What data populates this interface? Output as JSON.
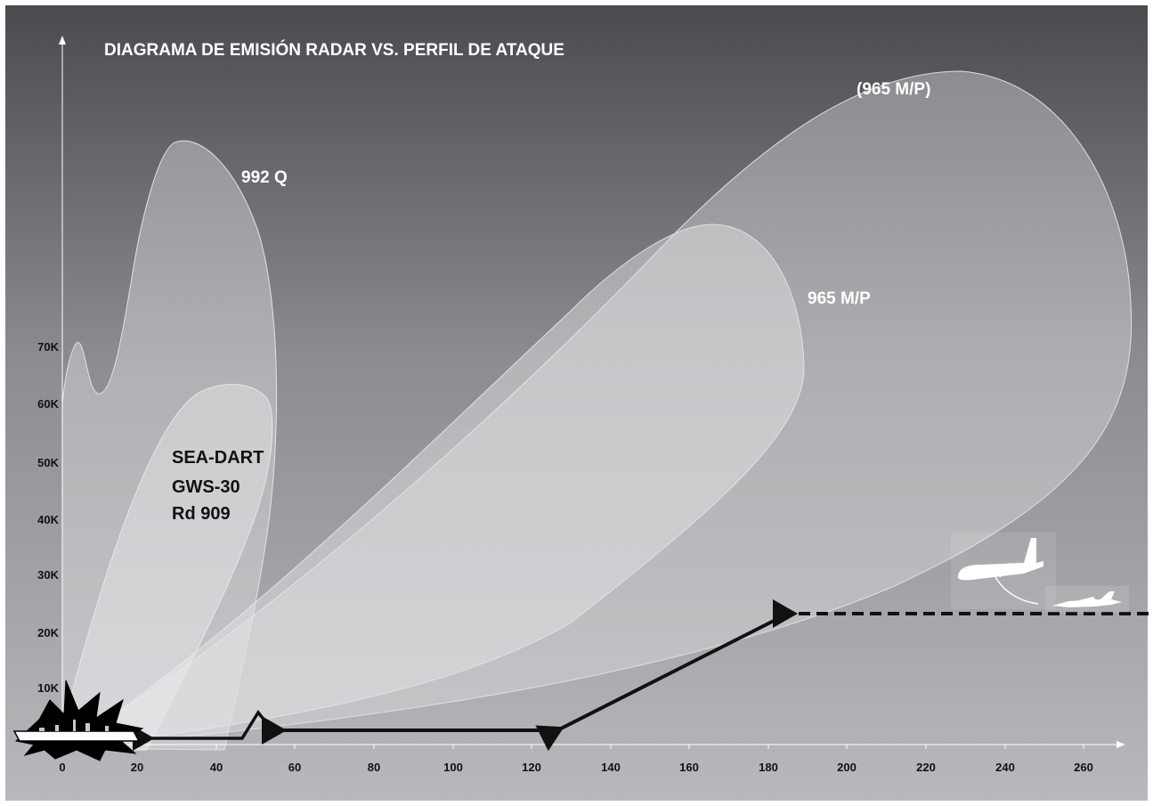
{
  "diagram": {
    "title": "DIAGRAMA DE EMISIÓN RADAR VS. PERFIL DE ATAQUE",
    "lobes": {
      "r965_outer": "(965 M/P)",
      "r992q": "992 Q",
      "r965_inner": "965 M/P",
      "seadart": {
        "line1": "SEA-DART",
        "line2": "GWS-30",
        "line3": "Rd 909"
      }
    },
    "y_ticks": [
      "10K",
      "20K",
      "30K",
      "40K",
      "50K",
      "60K",
      "70K"
    ],
    "x_ticks": [
      "0",
      "20",
      "40",
      "60",
      "80",
      "100",
      "120",
      "140",
      "160",
      "180",
      "200",
      "220",
      "240",
      "260"
    ],
    "icons": {
      "ship": "ship-explosion-icon",
      "transport": "transport-aircraft-icon",
      "fighter": "fighter-jet-icon"
    },
    "colors": {
      "background_top": "#4a4b4e",
      "background_bottom": "#b8b9bc",
      "lobe_fill": "#e6e6e8",
      "attack_path": "#111111"
    }
  }
}
